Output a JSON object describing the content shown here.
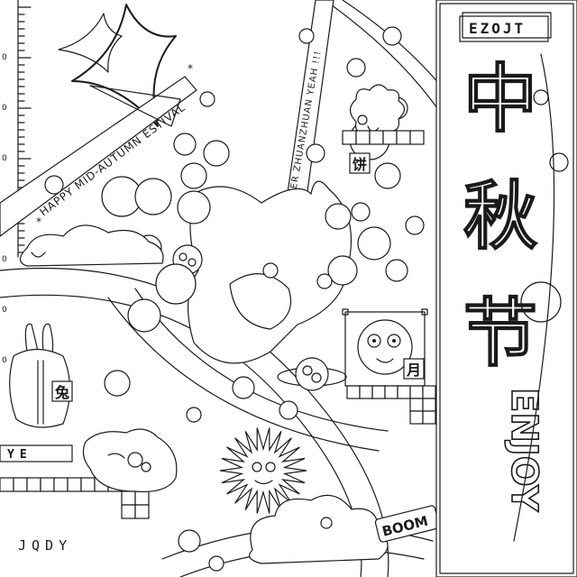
{
  "colors": {
    "ink": "#1a1a1a",
    "paper": "#ffffff"
  },
  "banner_text": "HAPPY MID-AUTUMN ESTIVAL",
  "ribbon_text": "FOREVER  ZHUANZHUAN  YEAH !!!",
  "badge_text": "EZOJT",
  "vertical_title_glyphs": [
    "中",
    "秋",
    "节",
    "ENJOY"
  ],
  "label_mooncake": "饼",
  "label_moon": "月",
  "label_rabbit": "兔",
  "ye_text": "YE",
  "signature": "JQDY",
  "boom_text": "BOOM",
  "ruler_numbers": [
    "0",
    "0",
    "0",
    "0",
    "0",
    "0",
    "0"
  ]
}
